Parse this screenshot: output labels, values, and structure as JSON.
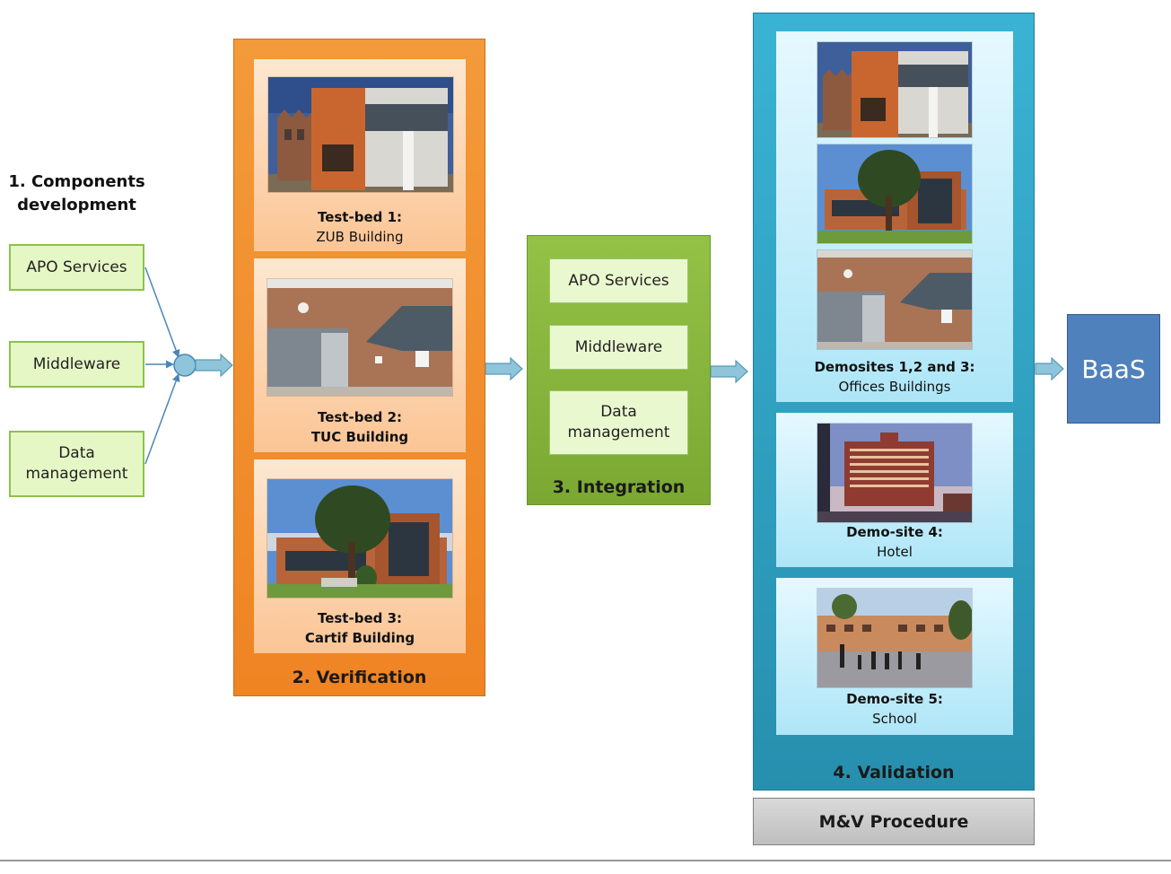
{
  "components": {
    "title_line1": "1. Components",
    "title_line2": "development",
    "items": [
      "APO Services",
      "Middleware",
      "Data",
      "management"
    ]
  },
  "verification": {
    "title": "2. Verification",
    "testbeds": [
      {
        "line1": "Test-bed 1:",
        "line2": "ZUB Building"
      },
      {
        "line1": "Test-bed 2:",
        "line2": "TUC Building"
      },
      {
        "line1": "Test-bed 3:",
        "line2": "Cartif Building"
      }
    ]
  },
  "integration": {
    "title": "3. Integration",
    "items": [
      "APO Services",
      "Middleware",
      "Data",
      "management"
    ]
  },
  "validation": {
    "title": "4. Validation",
    "sites": [
      {
        "line1": "Demosites 1,2 and 3:",
        "line2": "Offices Buildings"
      },
      {
        "line1": "Demo-site 4:",
        "line2": "Hotel"
      },
      {
        "line1": "Demo-site 5:",
        "line2": "School"
      }
    ]
  },
  "procedure": {
    "label": "M&V Procedure"
  },
  "output": {
    "label": "BaaS"
  },
  "colors": {
    "orange": "#f2861c",
    "green": "#8ab53c",
    "teal": "#2ea3c4",
    "baas": "#4f81bd",
    "arrow": "#8ec5da"
  }
}
